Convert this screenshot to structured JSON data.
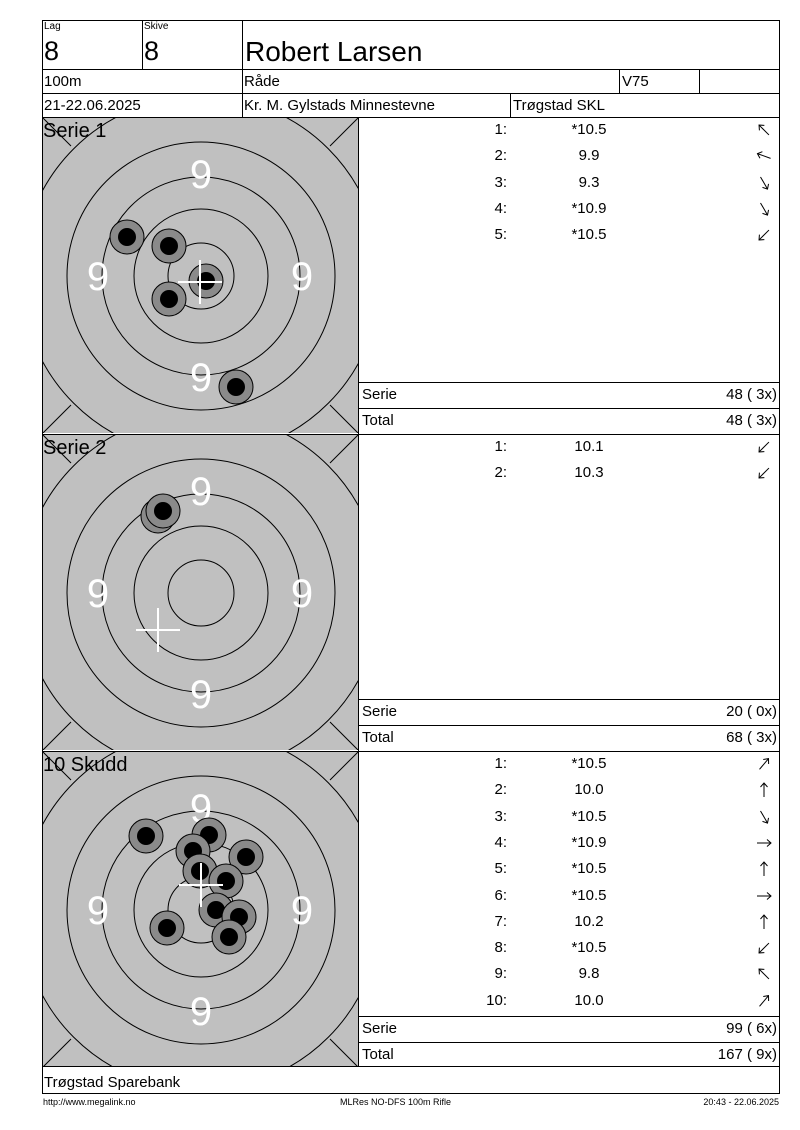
{
  "header": {
    "lag_label": "Lag",
    "lag_value": "8",
    "skive_label": "Skive",
    "skive_value": "8",
    "shooter_name": "Robert Larsen",
    "distance": "100m",
    "club": "Råde",
    "class": "V75",
    "date": "21-22.06.2025",
    "event": "Kr. M. Gylstads Minnestevne",
    "organizer": "Trøgstad SKL"
  },
  "sections": [
    {
      "title": "Serie 1",
      "shots": [
        {
          "no": "1:",
          "value": "*10.5",
          "direction": "up-left"
        },
        {
          "no": "2:",
          "value": "9.9",
          "direction": "left-up"
        },
        {
          "no": "3:",
          "value": "9.3",
          "direction": "down-right"
        },
        {
          "no": "4:",
          "value": "*10.9",
          "direction": "down-right"
        },
        {
          "no": "5:",
          "value": "*10.5",
          "direction": "down-left"
        }
      ],
      "serie_label": "Serie",
      "serie_value": "48 ( 3x)",
      "total_label": "Total",
      "total_value": "48 ( 3x)"
    },
    {
      "title": "Serie 2",
      "shots": [
        {
          "no": "1:",
          "value": "10.1",
          "direction": "down-left"
        },
        {
          "no": "2:",
          "value": "10.3",
          "direction": "down-left"
        }
      ],
      "serie_label": "Serie",
      "serie_value": "20 ( 0x)",
      "total_label": "Total",
      "total_value": "68 ( 3x)"
    },
    {
      "title": "10 Skudd",
      "shots": [
        {
          "no": "1:",
          "value": "*10.5",
          "direction": "up-right"
        },
        {
          "no": "2:",
          "value": "10.0",
          "direction": "up"
        },
        {
          "no": "3:",
          "value": "*10.5",
          "direction": "down-right"
        },
        {
          "no": "4:",
          "value": "*10.9",
          "direction": "right"
        },
        {
          "no": "5:",
          "value": "*10.5",
          "direction": "up"
        },
        {
          "no": "6:",
          "value": "*10.5",
          "direction": "right"
        },
        {
          "no": "7:",
          "value": "10.2",
          "direction": "up"
        },
        {
          "no": "8:",
          "value": "*10.5",
          "direction": "down-left"
        },
        {
          "no": "9:",
          "value": "9.8",
          "direction": "up-left"
        },
        {
          "no": "10:",
          "value": "10.0",
          "direction": "up-right"
        }
      ],
      "serie_label": "Serie",
      "serie_value": "99 ( 6x)",
      "total_label": "Total",
      "total_value": "167 ( 9x)"
    }
  ],
  "target": {
    "ring_numbers": [
      "9",
      "9",
      "9",
      "9"
    ],
    "background_color": "#c0c0c0",
    "hole_color": "#000000",
    "hole_halo_color": "#8a8a8a"
  },
  "sponsor": "Trøgstad Sparebank",
  "footer": {
    "url": "http://www.megalink.no",
    "software": "MLRes NO-DFS 100m Rifle",
    "timestamp": "20:43 - 22.06.2025"
  }
}
